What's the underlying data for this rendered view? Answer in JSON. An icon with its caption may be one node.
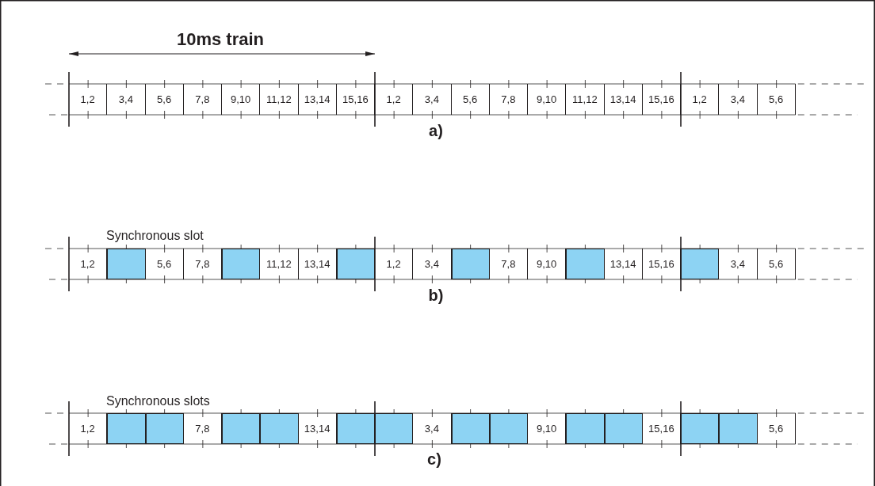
{
  "diagram": {
    "nodes": [
      {
        "text": [
          "1,2"
        ]
      },
      {
        "text": [
          "3,4"
        ]
      },
      {
        "text": [
          "5,6"
        ]
      },
      {
        "text": [
          "7,8"
        ]
      },
      {
        "text": [
          "9,10"
        ]
      },
      {
        "text": [
          "11,12"
        ]
      },
      {
        "text": [
          "13,14"
        ]
      },
      {
        "text": [
          "15,16"
        ]
      },
      {
        "text": [
          "1,2"
        ]
      },
      {
        "text": [
          "3,4"
        ]
      },
      {
        "text": [
          "5,6"
        ]
      },
      {
        "text": [
          "7,8"
        ]
      },
      {
        "text": [
          "9,10"
        ]
      },
      {
        "text": [
          "11,12"
        ]
      },
      {
        "text": [
          "13,14"
        ]
      },
      {
        "text": [
          "15,16"
        ]
      },
      {
        "text": [
          "1,2"
        ]
      },
      {
        "text": [
          "3,4"
        ]
      },
      {
        "text": [
          "5,6"
        ]
      },
      {
        "text": [
          "1,2"
        ]
      },
      {
        "text": [],
        "shape": "box"
      },
      {
        "text": [
          "5,6"
        ]
      },
      {
        "text": [
          "7,8"
        ]
      },
      {
        "text": [],
        "shape": "box"
      },
      {
        "text": [
          "11,12"
        ]
      },
      {
        "text": [
          "13,14"
        ]
      },
      {
        "text": [],
        "shape": "box"
      },
      {
        "text": [
          "1,2"
        ]
      },
      {
        "text": [
          "3,4"
        ]
      },
      {
        "text": [],
        "shape": "box"
      },
      {
        "text": [
          "7,8"
        ]
      },
      {
        "text": [
          "9,10"
        ]
      },
      {
        "text": [],
        "shape": "box"
      },
      {
        "text": [
          "13,14"
        ]
      },
      {
        "text": [
          "15,16"
        ]
      },
      {
        "text": [],
        "shape": "box"
      },
      {
        "text": [
          "3,4"
        ]
      },
      {
        "text": [
          "5,6"
        ]
      },
      {
        "text": [
          "1,2"
        ]
      },
      {
        "text": [],
        "shape": "box"
      },
      {
        "text": [],
        "shape": "box"
      },
      {
        "text": [
          "7,8"
        ]
      },
      {
        "text": [],
        "shape": "box"
      },
      {
        "text": [],
        "shape": "box"
      },
      {
        "text": [
          "13,14"
        ]
      },
      {
        "text": [],
        "shape": "box"
      },
      {
        "text": [],
        "shape": "box"
      },
      {
        "text": [
          "3,4"
        ]
      },
      {
        "text": [],
        "shape": "box"
      },
      {
        "text": [],
        "shape": "box"
      },
      {
        "text": [
          "9,10"
        ]
      },
      {
        "text": [],
        "shape": "box"
      },
      {
        "text": [],
        "shape": "box"
      },
      {
        "text": [
          "15,16"
        ]
      },
      {
        "text": [],
        "shape": "box"
      },
      {
        "text": [],
        "shape": "box"
      },
      {
        "text": [
          "5,6"
        ]
      }
    ],
    "labels": [
      "10ms train",
      "a)",
      "Synchronous slot",
      "b)",
      "Synchronous slots",
      "c)"
    ]
  }
}
